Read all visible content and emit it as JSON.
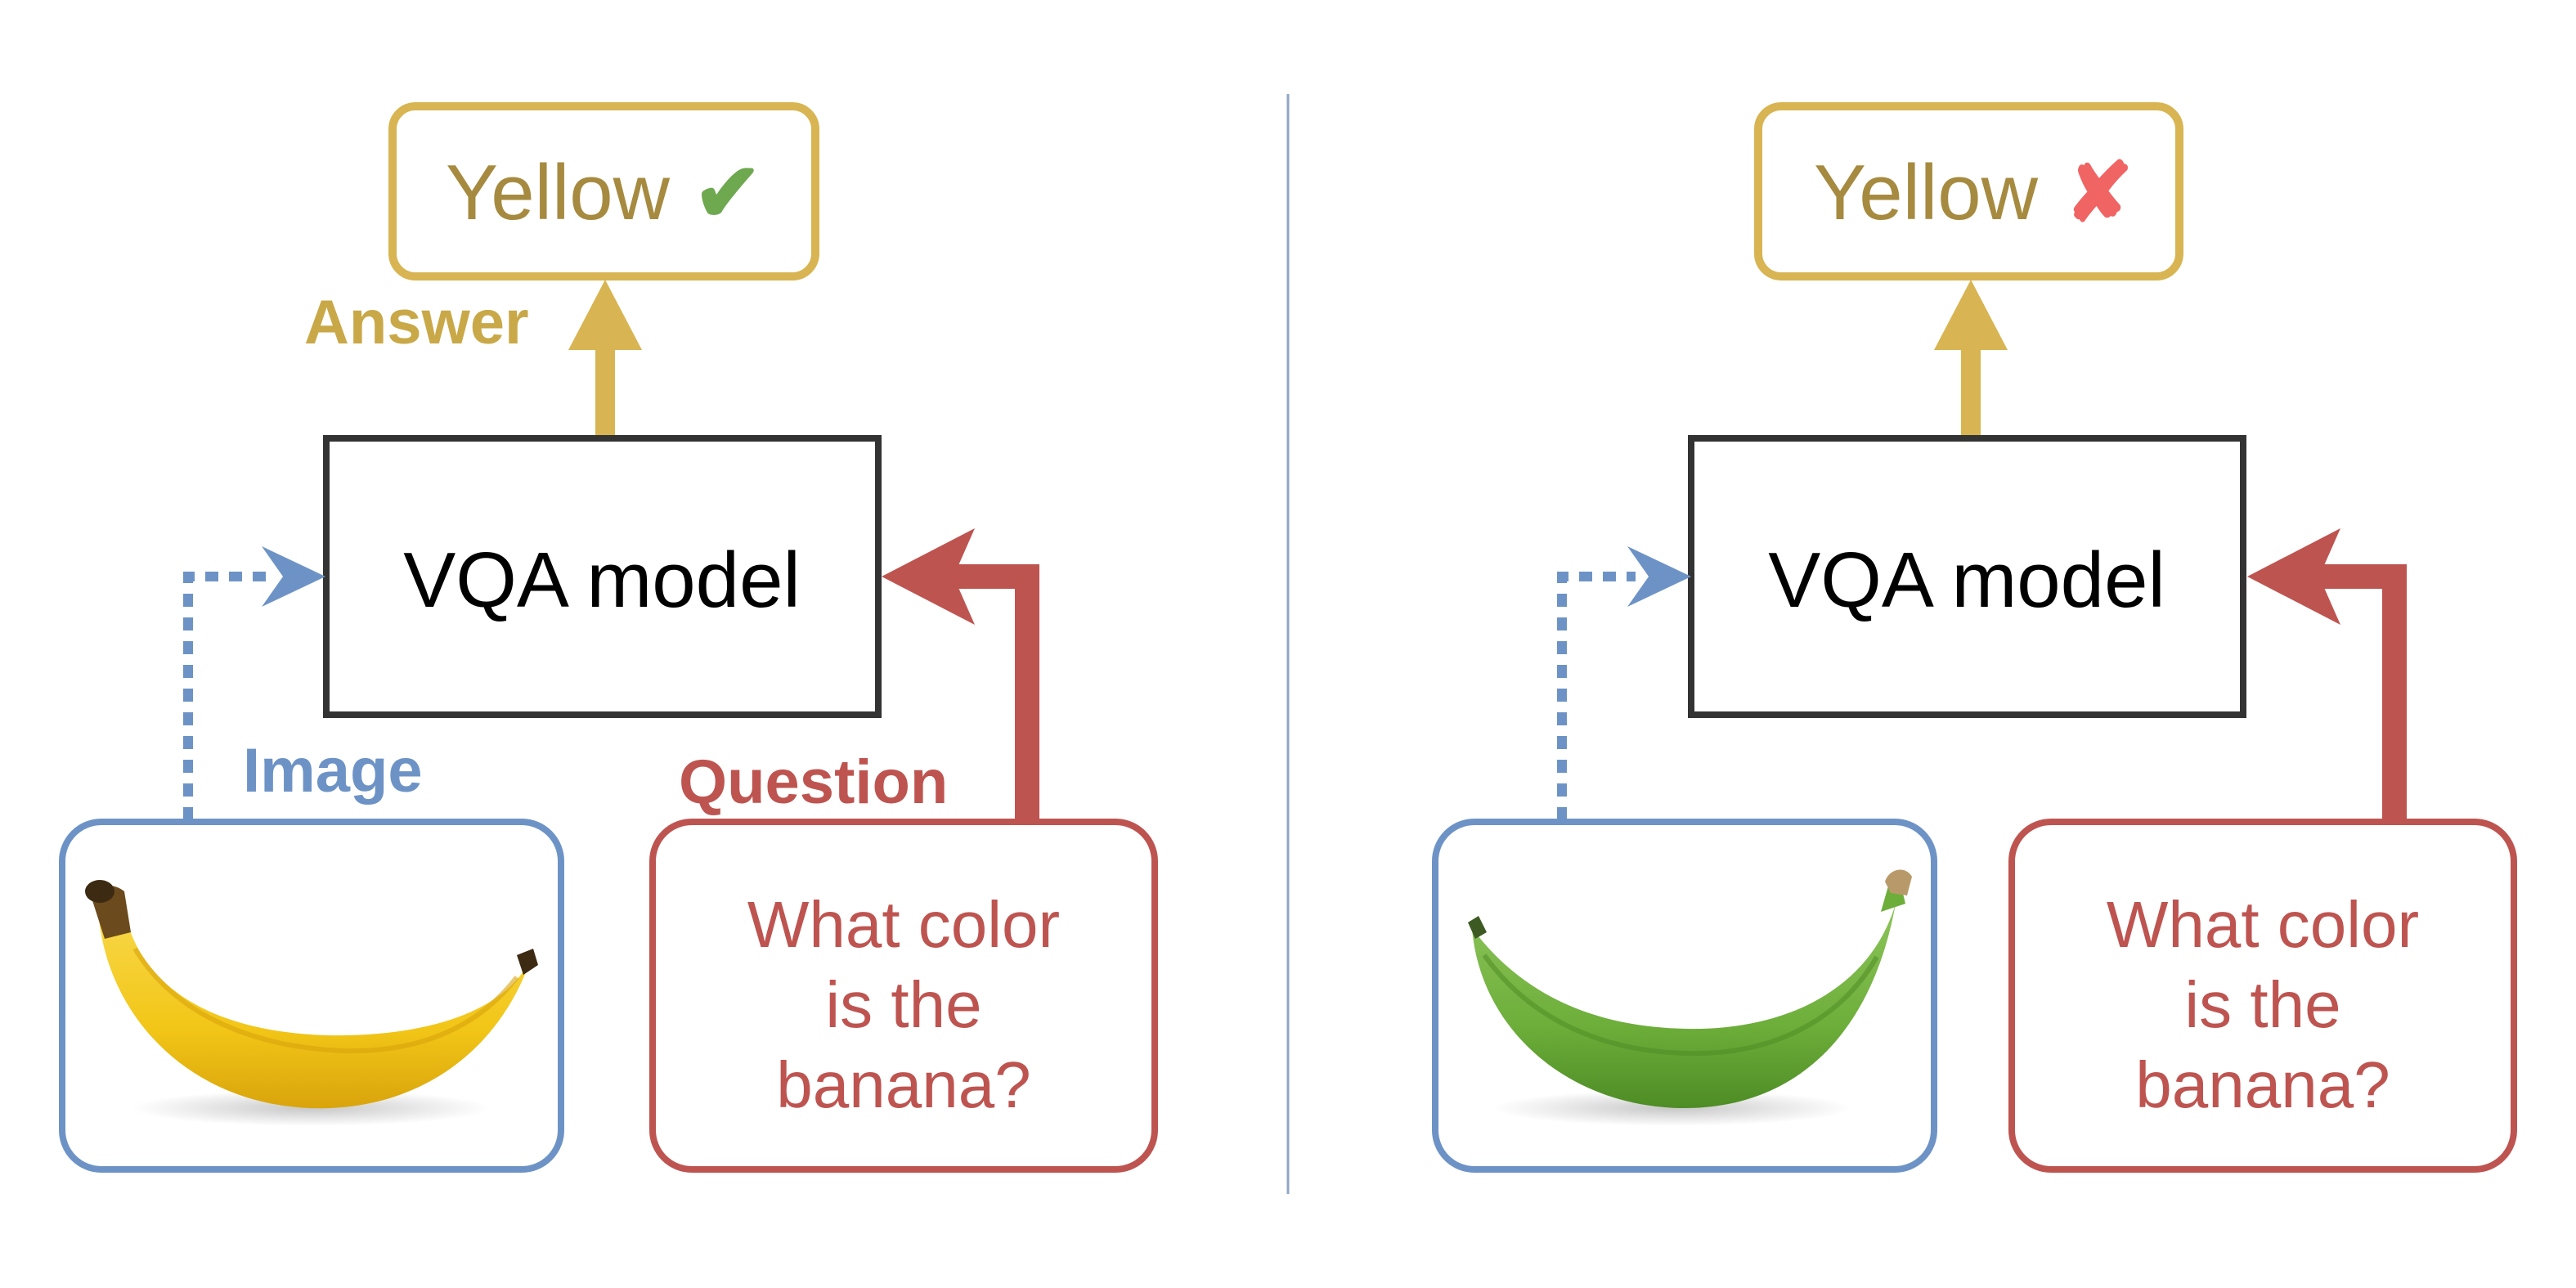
{
  "colors": {
    "answer": "#D8B552",
    "answer_text": "#A68A3F",
    "image": "#6D93C6",
    "question": "#BE5450",
    "model_border": "#333333",
    "check": "#6EA84F",
    "cross": "#F06464",
    "divider": "#8FA6C4",
    "banana_yellow": "#F2C617",
    "banana_green": "#6DAE3A"
  },
  "left_panel": {
    "answer_box": {
      "text": "Yellow",
      "mark": "✔",
      "mark_icon": "check-icon"
    },
    "answer_label": "Answer",
    "model_box": "VQA model",
    "image_label": "Image",
    "question_label": "Question",
    "image_icon": "yellow-banana",
    "question_box": {
      "line1": "What color",
      "line2": "is the",
      "line3": "banana?"
    }
  },
  "right_panel": {
    "answer_box": {
      "text": "Yellow",
      "mark": "✘",
      "mark_icon": "cross-icon"
    },
    "model_box": "VQA model",
    "image_icon": "green-banana",
    "question_box": {
      "line1": "What color",
      "line2": "is the",
      "line3": "banana?"
    }
  }
}
